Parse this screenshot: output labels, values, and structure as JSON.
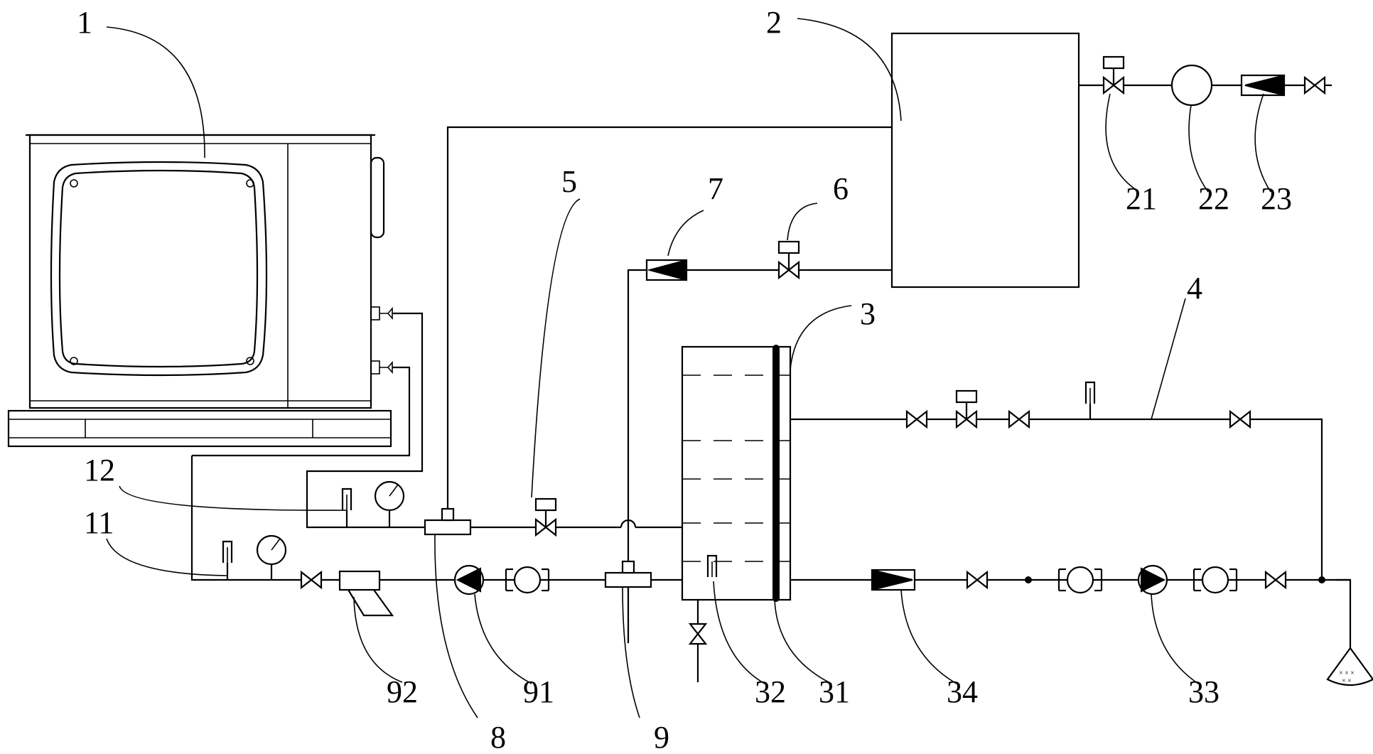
{
  "labels": {
    "l1": "1",
    "l2": "2",
    "l3": "3",
    "l4": "4",
    "l5": "5",
    "l6": "6",
    "l7": "7",
    "l8": "8",
    "l9": "9",
    "l11": "11",
    "l12": "12",
    "l21": "21",
    "l22": "22",
    "l23": "23",
    "l31": "31",
    "l32": "32",
    "l33": "33",
    "l34": "34",
    "l91": "91",
    "l92": "92"
  }
}
